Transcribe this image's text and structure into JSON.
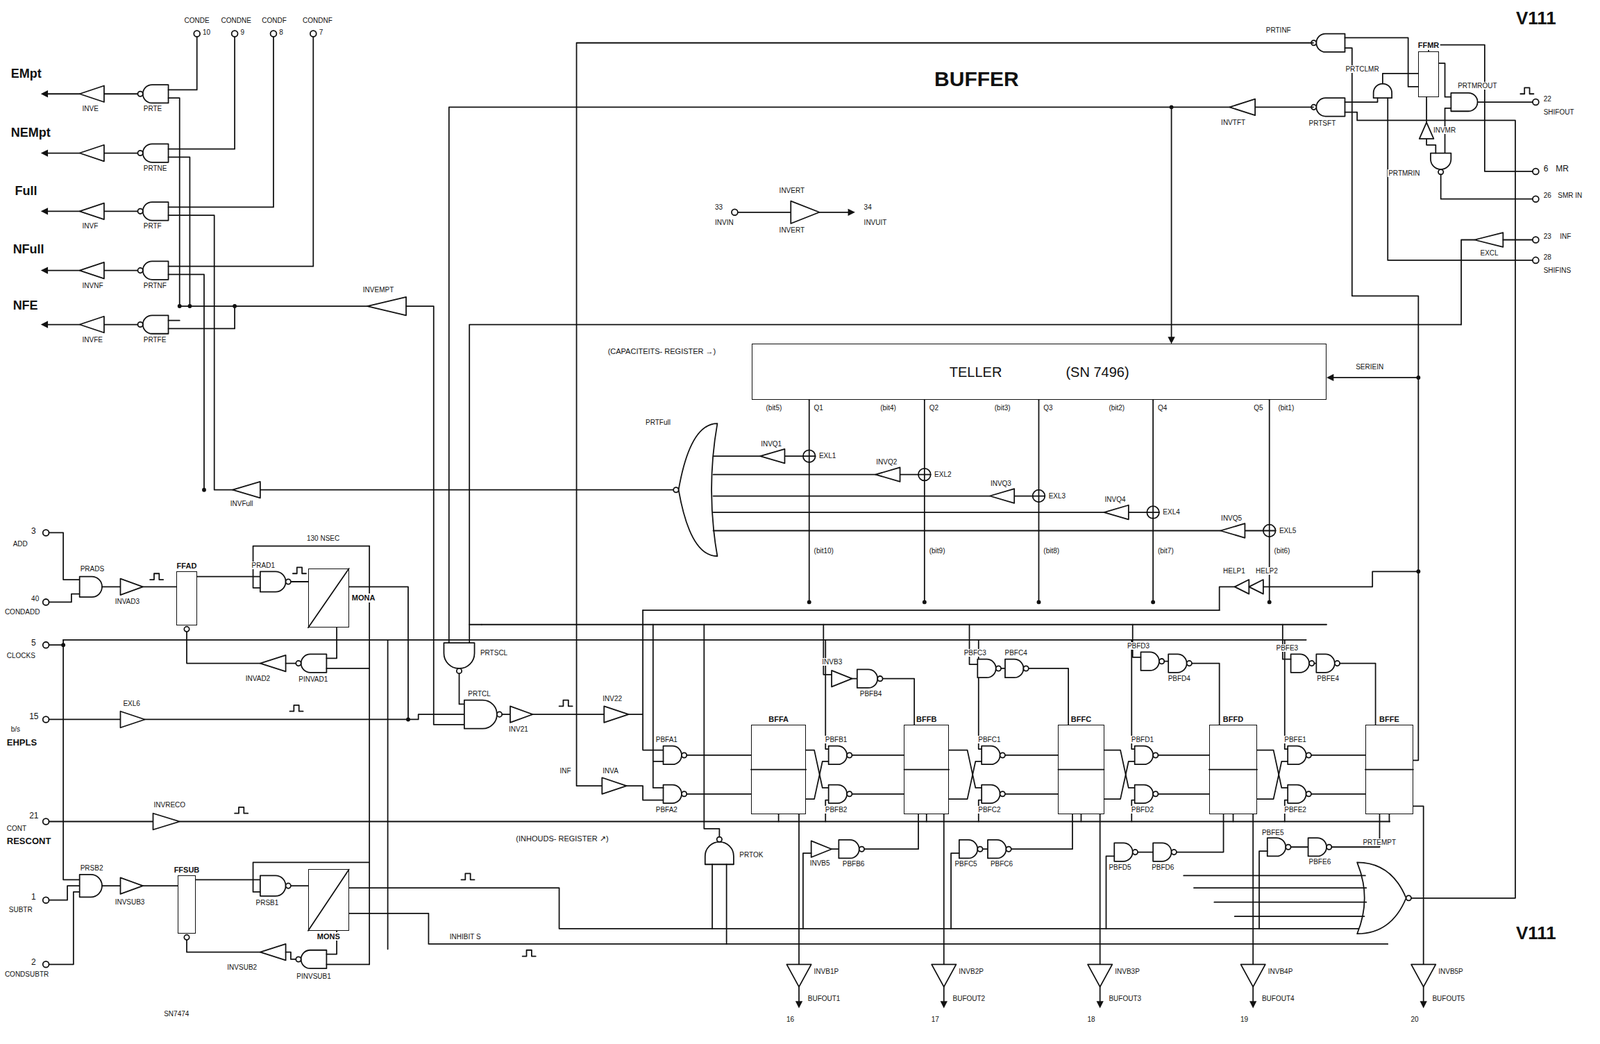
{
  "diagram": {
    "nodes": [
      {
        "text": [
          "TELLER",
          "(SN 7496)"
        ]
      },
      {
        "text": [
          "FFAD"
        ]
      },
      {
        "text": [
          "MONA"
        ]
      },
      {
        "text": [
          "FFSUB"
        ]
      },
      {
        "text": [
          "MONS"
        ]
      },
      {
        "text": [
          "BFFA"
        ]
      },
      {
        "text": [
          "BFFB"
        ]
      },
      {
        "text": [
          "BFFC"
        ]
      },
      {
        "text": [
          "BFFD"
        ]
      },
      {
        "text": [
          "BFFE"
        ]
      },
      {
        "text": [
          "FFMR"
        ]
      }
    ],
    "labels": [
      "CONDE",
      "CONDNE",
      "CONDF",
      "CONDNF",
      "10",
      "9",
      "8",
      "7",
      "EMpt",
      "NEMpt",
      "Full",
      "NFull",
      "NFE",
      "INVE",
      "PRTE",
      "PRTNE",
      "INVF",
      "PRTF",
      "INVNF",
      "PRTNF",
      "INVFE",
      "PRTFE",
      "INVEMPT",
      "INVFull",
      "BUFFER",
      "V111",
      "V111",
      "PRTINF",
      "PRTSFT",
      "INVTFT",
      "PRTCLMR",
      "INVMR",
      "PRTMRIN",
      "PRTMROUT",
      "22",
      "SHIFOUT",
      "6",
      "MR",
      "26",
      "SMR IN",
      "EXCL",
      "23",
      "INF",
      "28",
      "SHIFINS",
      "33",
      "INVIN",
      "INVERT",
      "INVERT",
      "34",
      "INVUIT",
      "(CAPACITEITS- REGISTER →)",
      "SERIEIN",
      "(bit5)",
      "Q1",
      "(bit4)",
      "Q2",
      "(bit3)",
      "Q3",
      "(bit2)",
      "Q4",
      "Q5",
      "(bit1)",
      "PRTFull",
      "INVQ1",
      "EXL1",
      "INVQ2",
      "EXL2",
      "INVQ3",
      "EXL3",
      "INVQ4",
      "EXL4",
      "INVQ5",
      "EXL5",
      "(bit10)",
      "(bit9)",
      "(bit8)",
      "(bit7)",
      "(bit6)",
      "HELP1",
      "HELP2",
      "3",
      "ADD",
      "40",
      "CONDADD",
      "5",
      "CLOCKS",
      "PRADS",
      "INVAD3",
      "PRAD1",
      "130 NSEC",
      "INVAD2",
      "PINVAD1",
      "15",
      "b/s",
      "EHPLS",
      "EXL6",
      "21",
      "CONT",
      "RESCONT",
      "INVRECO",
      "1",
      "SUBTR",
      "2",
      "CONDSUBTR",
      "PRSB2",
      "INVSUB3",
      "PRSB1",
      "INVSUB2",
      "PINVSUB1",
      "SN7474",
      "INHIBIT S",
      "PRTSCL",
      "PRTCL",
      "INV21",
      "INV22",
      "INF",
      "INVA",
      "PBFA1",
      "PBFA2",
      "PRTOK",
      "(INHOUDS- REGISTER ↗)",
      "PBFB1",
      "PBFB2",
      "INVB3",
      "PBFB4",
      "INVB5",
      "PBFB6",
      "PBFC1",
      "PBFC2",
      "PBFC3",
      "PBFC4",
      "PBFC5",
      "PBFC6",
      "PBFD1",
      "PBFD2",
      "PBFD3",
      "PBFD4",
      "PBFD5",
      "PBFD6",
      "PBFE1",
      "PBFE2",
      "PBFE3",
      "PBFE4",
      "PBFE5",
      "PBFE6",
      "PRTEMPT",
      "INVB1P",
      "BUFOUT1",
      "16",
      "INVB2P",
      "BUFOUT2",
      "17",
      "INVB3P",
      "BUFOUT3",
      "18",
      "INVB4P",
      "BUFOUT4",
      "19",
      "INVB5P",
      "BUFOUT5",
      "20"
    ]
  }
}
